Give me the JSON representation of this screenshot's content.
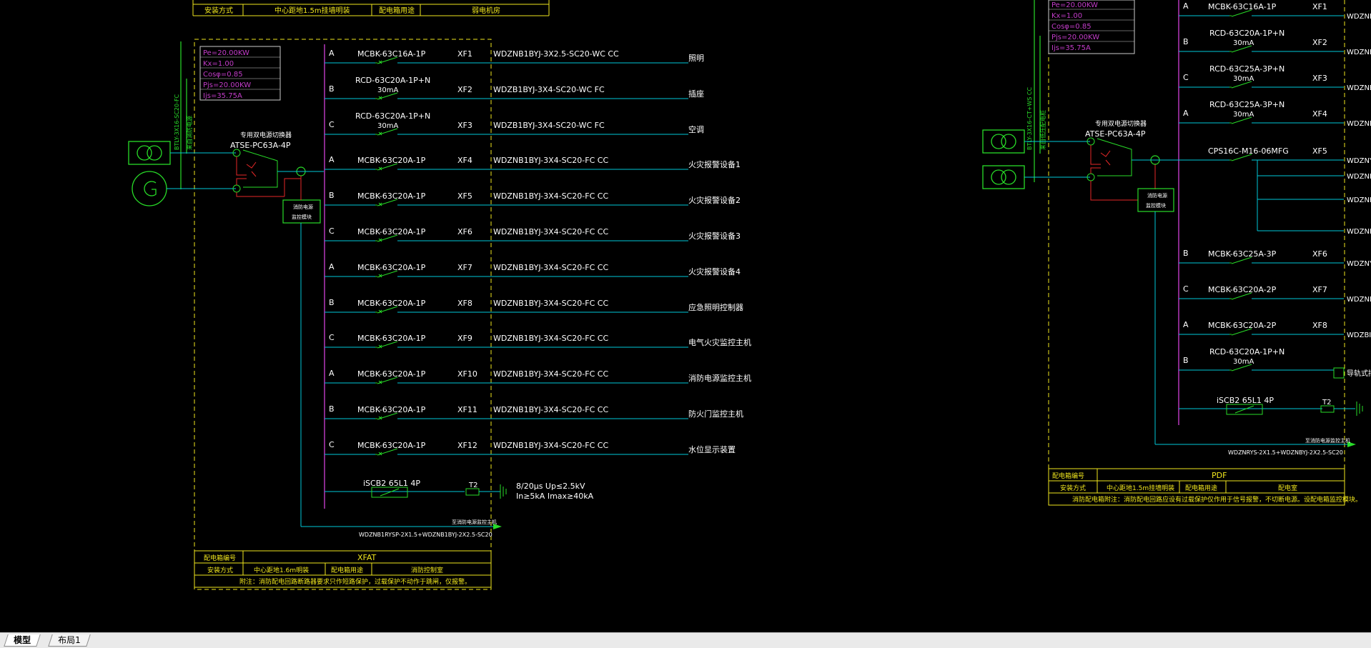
{
  "left_panel": {
    "top_table": {
      "c1": "安装方式",
      "c2": "中心距地1.5m挂墙明装",
      "c3": "配电箱用途",
      "c4": "弱电机房"
    },
    "params": [
      "Pe=20.00KW",
      "Kx=1.00",
      "Cosφ=0.85",
      "Pjs=20.00KW",
      "Ijs=35.75A"
    ],
    "incoming_cable": "BTLY-3X16-SC20-FC",
    "incoming_note": "来自消防电源",
    "ats_title": "专用双电源切换器",
    "ats_model": "ATSE-PC63A-4P",
    "monitor_label_1": "消防电源",
    "monitor_label_2": "监控模块",
    "circuits": [
      {
        "phase": "A",
        "breaker": "MCBK-63C16A-1P",
        "breaker2": "",
        "code": "XF1",
        "cable": "WDZNB1BYJ-3X2.5-SC20-WC CC",
        "load": "照明"
      },
      {
        "phase": "B",
        "breaker": "RCD-63C20A-1P+N",
        "breaker2": "30mA",
        "code": "XF2",
        "cable": "WDZB1BYJ-3X4-SC20-WC FC",
        "load": "插座"
      },
      {
        "phase": "C",
        "breaker": "RCD-63C20A-1P+N",
        "breaker2": "30mA",
        "code": "XF3",
        "cable": "WDZB1BYJ-3X4-SC20-WC FC",
        "load": "空调"
      },
      {
        "phase": "A",
        "breaker": "MCBK-63C20A-1P",
        "breaker2": "",
        "code": "XF4",
        "cable": "WDZNB1BYJ-3X4-SC20-FC CC",
        "load": "火灾报警设备1"
      },
      {
        "phase": "B",
        "breaker": "MCBK-63C20A-1P",
        "breaker2": "",
        "code": "XF5",
        "cable": "WDZNB1BYJ-3X4-SC20-FC CC",
        "load": "火灾报警设备2"
      },
      {
        "phase": "C",
        "breaker": "MCBK-63C20A-1P",
        "breaker2": "",
        "code": "XF6",
        "cable": "WDZNB1BYJ-3X4-SC20-FC CC",
        "load": "火灾报警设备3"
      },
      {
        "phase": "A",
        "breaker": "MCBK-63C20A-1P",
        "breaker2": "",
        "code": "XF7",
        "cable": "WDZNB1BYJ-3X4-SC20-FC CC",
        "load": "火灾报警设备4"
      },
      {
        "phase": "B",
        "breaker": "MCBK-63C20A-1P",
        "breaker2": "",
        "code": "XF8",
        "cable": "WDZNB1BYJ-3X4-SC20-FC CC",
        "load": "应急照明控制器"
      },
      {
        "phase": "C",
        "breaker": "MCBK-63C20A-1P",
        "breaker2": "",
        "code": "XF9",
        "cable": "WDZNB1BYJ-3X4-SC20-FC CC",
        "load": "电气火灾监控主机"
      },
      {
        "phase": "A",
        "breaker": "MCBK-63C20A-1P",
        "breaker2": "",
        "code": "XF10",
        "cable": "WDZNB1BYJ-3X4-SC20-FC CC",
        "load": "消防电源监控主机"
      },
      {
        "phase": "B",
        "breaker": "MCBK-63C20A-1P",
        "breaker2": "",
        "code": "XF11",
        "cable": "WDZNB1BYJ-3X4-SC20-FC CC",
        "load": "防火门监控主机"
      },
      {
        "phase": "C",
        "breaker": "MCBK-63C20A-1P",
        "breaker2": "",
        "code": "XF12",
        "cable": "WDZNB1BYJ-3X4-SC20-FC CC",
        "load": "水位显示装置"
      }
    ],
    "spd_model": "iSCB2 65L1 4P",
    "spd_tag": "T2",
    "spd_spec_1": "8/20μs Up≤2.5kV",
    "spd_spec_2": "In≥5kA Imax≥40kA",
    "bottom_out_note": "至消防电源监控主机",
    "bottom_cable": "WDZNB1RYSP-2X1.5+WDZNB1BYJ-2X2.5-SC20",
    "table": {
      "r1c1": "配电箱编号",
      "r1c2": "XFAT",
      "r2c1": "安装方式",
      "r2c2": "中心距地1.6m明装",
      "r2c3": "配电箱用途",
      "r2c4": "消防控制室",
      "note": "附注：消防配电回路断路器要求只作短路保护，过载保护不动作于跳闸，仅报警。"
    }
  },
  "right_panel": {
    "params": [
      "Pe=20.00KW",
      "Kx=1.00",
      "Cosφ=0.85",
      "Pjs=20.00KW",
      "Ijs=35.75A"
    ],
    "incoming_cable": "BTLY-3X16-CT+WS CC",
    "incoming_note": "来自低压配电柜",
    "ats_title": "专用双电源切换器",
    "ats_model": "ATSE-PC63A-4P",
    "monitor_label_1": "消防电源",
    "monitor_label_2": "监控模块",
    "circuits": [
      {
        "phase": "A",
        "breaker": "MCBK-63C16A-1P",
        "breaker2": "",
        "code": "XF1",
        "cable": "WDZNE"
      },
      {
        "phase": "B",
        "breaker": "RCD-63C20A-1P+N",
        "breaker2": "30mA",
        "code": "XF2",
        "cable": "WDZNE"
      },
      {
        "phase": "C",
        "breaker": "RCD-63C25A-3P+N",
        "breaker2": "30mA",
        "code": "XF3",
        "cable": "WDZNE"
      },
      {
        "phase": "A",
        "breaker": "RCD-63C25A-3P+N",
        "breaker2": "30mA",
        "code": "XF4",
        "cable": "WDZNE"
      },
      {
        "phase": "",
        "breaker": "CPS16C-M16-06MFG",
        "breaker2": "",
        "code": "XF5",
        "cable": "WDZNY"
      },
      {
        "phase": "B",
        "breaker": "MCBK-63C25A-3P",
        "breaker2": "",
        "code": "XF6",
        "cable": "WDZNY"
      },
      {
        "phase": "C",
        "breaker": "MCBK-63C20A-2P",
        "breaker2": "",
        "code": "XF7",
        "cable": "WDZNE"
      },
      {
        "phase": "A",
        "breaker": "MCBK-63C20A-2P",
        "breaker2": "",
        "code": "XF8",
        "cable": "WDZBI"
      },
      {
        "phase": "B",
        "breaker": "RCD-63C20A-1P+N",
        "breaker2": "30mA",
        "code": "",
        "cable": ""
      }
    ],
    "cps_sub_cables": [
      "WDZNH",
      "WDZNH",
      "WDZNH"
    ],
    "rcd_load": "导轨式插座",
    "spd_model": "iSCB2 65L1 4P",
    "spd_tag": "T2",
    "bottom_out_note": "至消防电源监控主机",
    "bottom_cable": "WDZNRYS-2X1.5+WDZNBYJ-2X2.5-SC20",
    "table": {
      "r1c1": "配电箱编号",
      "r1c2": "PDF",
      "r2c1": "安装方式",
      "r2c2": "中心距地1.5m挂墙明装",
      "r2c3": "配电箱用途",
      "r2c4": "配电室",
      "note": "消防配电箱附注：消防配电回路应设有过载保护仅作用于信号报警，不切断电源。设配电箱监控模块。"
    }
  },
  "tabs": [
    {
      "label": "模型",
      "active": true
    },
    {
      "label": "布局1",
      "active": false
    }
  ],
  "colors": {
    "background": "#000000",
    "cyan": "#00c8d7",
    "yellow": "#f0e61e",
    "magenta": "#c23cc8",
    "green": "#28dc28",
    "red": "#e62828",
    "white": "#ffffff"
  }
}
